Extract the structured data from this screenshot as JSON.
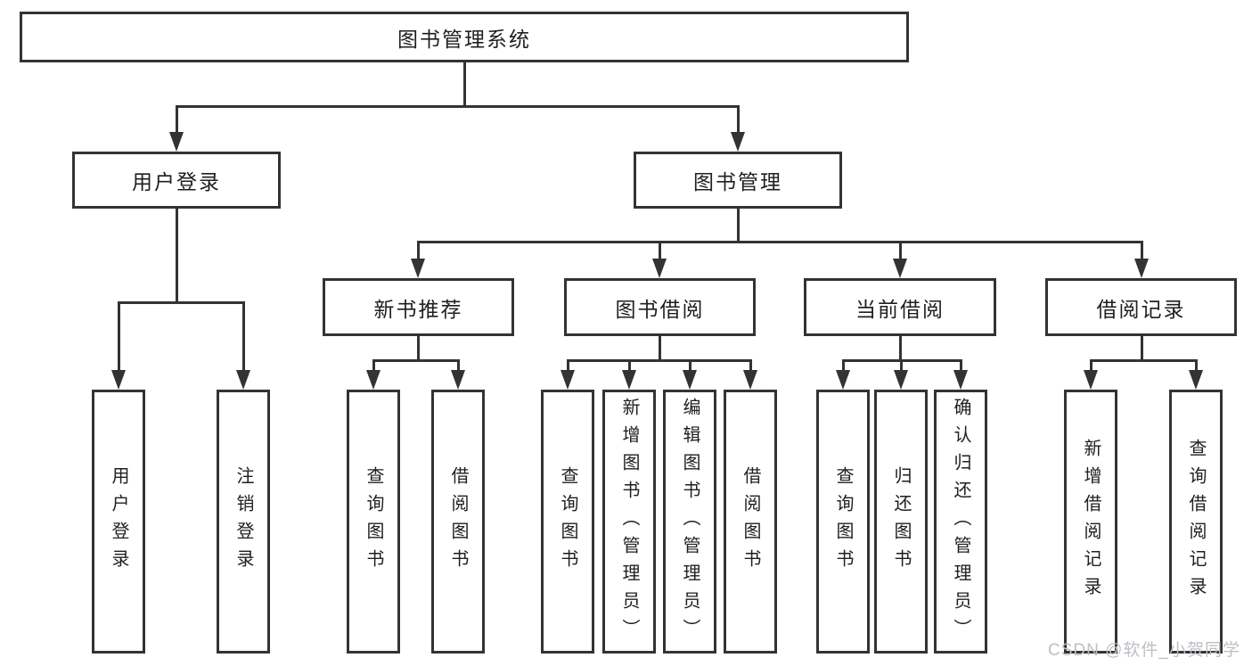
{
  "diagram": {
    "root": {
      "label": "图书管理系统"
    },
    "level2": [
      {
        "label": "用户登录"
      },
      {
        "label": "图书管理"
      }
    ],
    "level3": [
      {
        "label": "新书推荐"
      },
      {
        "label": "图书借阅"
      },
      {
        "label": "当前借阅"
      },
      {
        "label": "借阅记录"
      }
    ],
    "leaves": {
      "user_login": [
        "用户登录",
        "注销登录"
      ],
      "new_book": [
        "查询图书",
        "借阅图书"
      ],
      "borrow": [
        "查询图书",
        "新增图书（管理员）",
        "编辑图书（管理员）",
        "借阅图书"
      ],
      "current": [
        "查询图书",
        "归还图书",
        "确认归还（管理员）"
      ],
      "records": [
        "新增借阅记录",
        "查询借阅记录"
      ]
    }
  },
  "watermark": {
    "text": "CSDN @软件_小贺同学"
  },
  "colors": {
    "line": "#333333",
    "text": "#1f1f1f",
    "background": "#ffffff",
    "watermark": "#bcbfc4"
  }
}
